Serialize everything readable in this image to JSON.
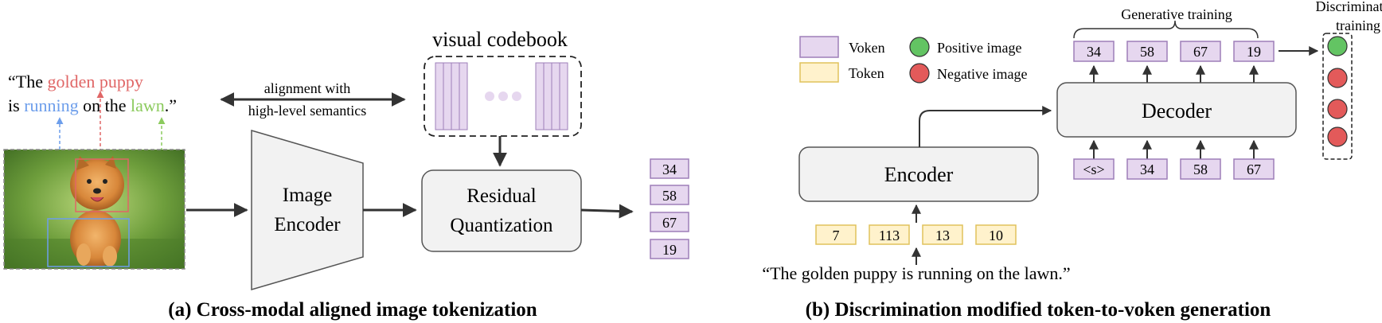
{
  "colors": {
    "voken_fill": "#e6d7ef",
    "voken_stroke": "#9d7fb8",
    "token_fill": "#fff2cc",
    "token_stroke": "#e0c25c",
    "positive": "#63c463",
    "negative": "#e35a5a",
    "highlight_golden": "#e06666",
    "highlight_running": "#6d9eeb",
    "highlight_lawn": "#8ccb5e",
    "box_fill": "#f2f2f2",
    "box_stroke": "#555555"
  },
  "panel_a": {
    "caption_line_1": "“The ",
    "caption_golden": "golden puppy",
    "caption_is": "is ",
    "caption_running": "running",
    "caption_on": " on the ",
    "caption_lawn": "lawn",
    "caption_end": ".”",
    "alignment_line_1": "alignment with",
    "alignment_line_2": "high-level semantics",
    "codebook_label": "visual codebook",
    "image_encoder_line_1": "Image",
    "image_encoder_line_2": "Encoder",
    "rq_line_1": "Residual",
    "rq_line_2": "Quantization",
    "codes": [
      "34",
      "58",
      "67",
      "19"
    ],
    "title": "(a) Cross-modal aligned image tokenization"
  },
  "panel_b": {
    "legend": {
      "voken": "Voken",
      "token": "Token",
      "positive": "Positive image",
      "negative": "Negative image"
    },
    "generative_training": "Generative training",
    "discriminative_line_1": "Discriminative",
    "discriminative_line_2": "training",
    "decoder": "Decoder",
    "encoder": "Encoder",
    "output_vokens": [
      "34",
      "58",
      "67",
      "19"
    ],
    "input_vokens": [
      "<s>",
      "34",
      "58",
      "67"
    ],
    "tokens": [
      "7",
      "113",
      "13",
      "10"
    ],
    "input_sentence": "“The golden puppy is running on the lawn.”",
    "title": "(b) Discrimination modified token-to-voken generation"
  }
}
